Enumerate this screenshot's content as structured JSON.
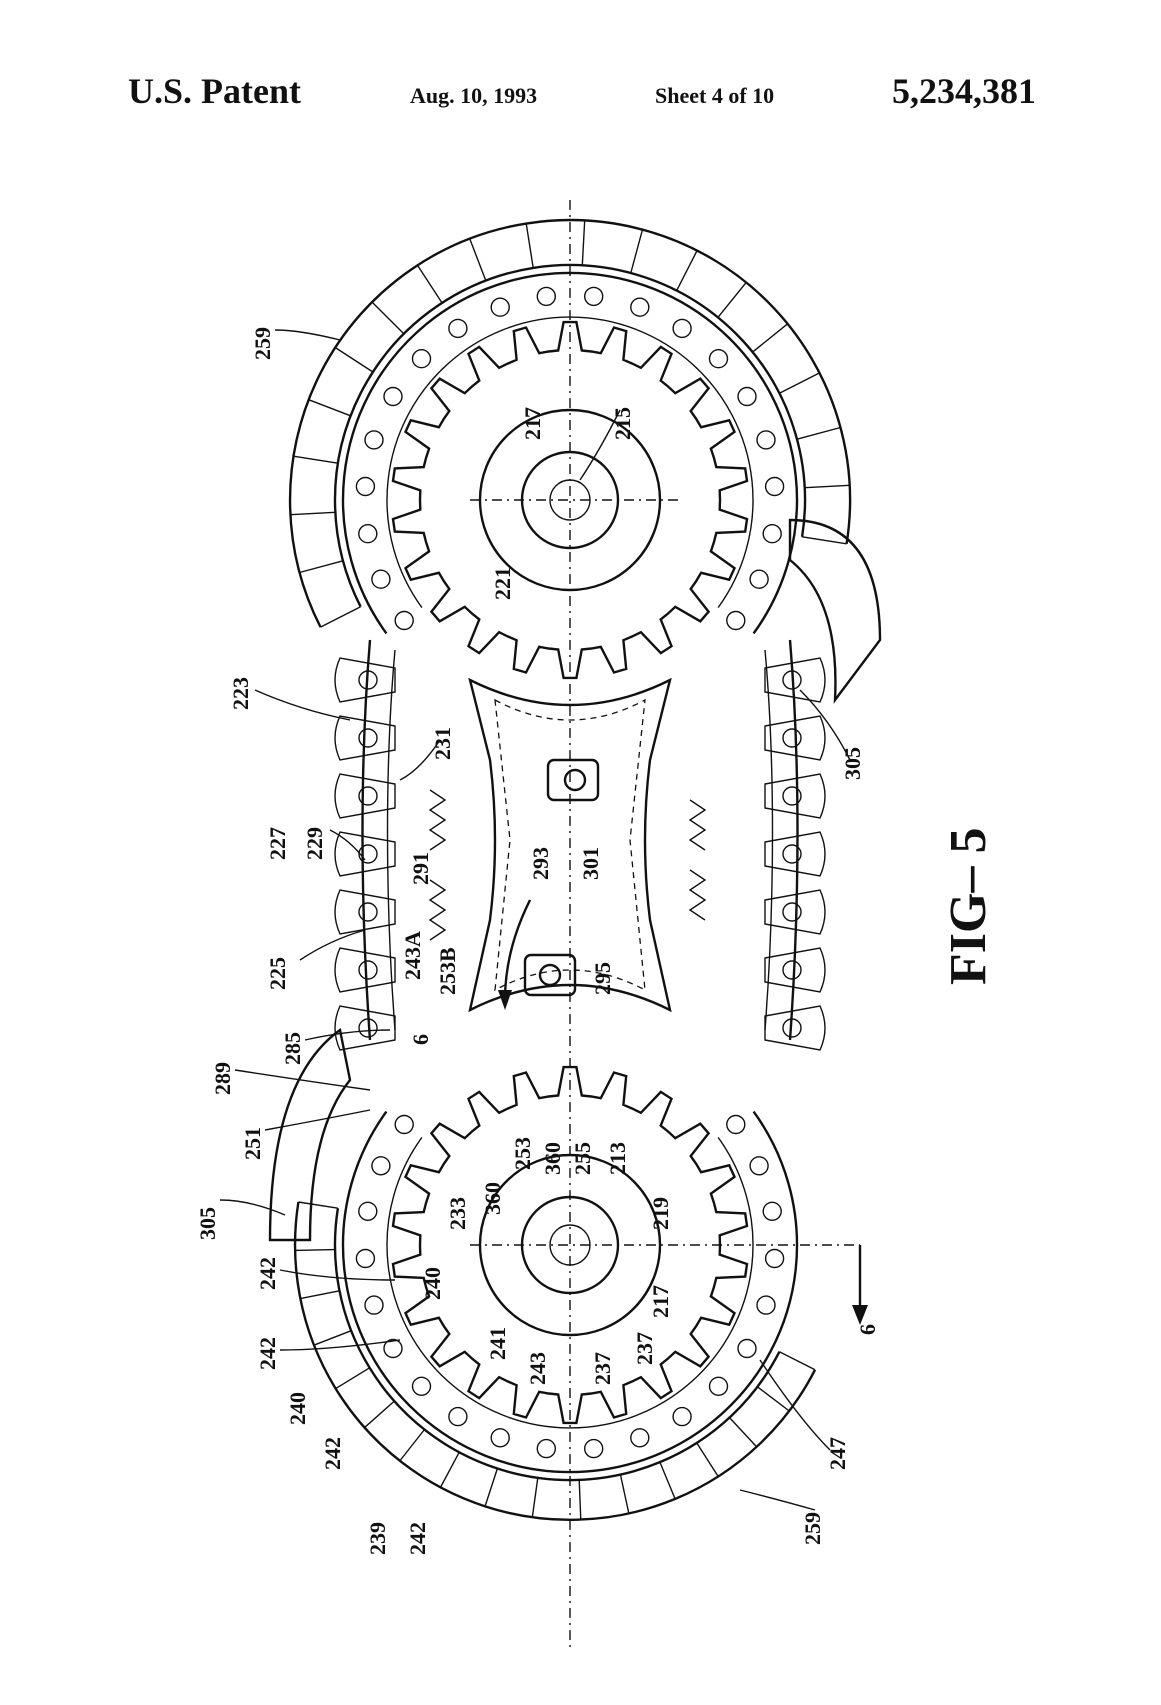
{
  "header": {
    "left": "U.S. Patent",
    "date": "Aug. 10, 1993",
    "sheet": "Sheet 4 of 10",
    "patent_number": "5,234,381"
  },
  "figure": {
    "caption": "FIG– 5",
    "labels": [
      "259",
      "217",
      "215",
      "221",
      "223",
      "231",
      "227",
      "229",
      "291",
      "243A",
      "225",
      "253B",
      "285",
      "289",
      "251",
      "305",
      "233",
      "360",
      "253",
      "360",
      "255",
      "213",
      "219",
      "217",
      "242",
      "240",
      "242",
      "240",
      "241",
      "243",
      "237",
      "237",
      "242",
      "239",
      "242",
      "259",
      "247",
      "305",
      "293",
      "301",
      "295",
      "6",
      "6"
    ]
  }
}
